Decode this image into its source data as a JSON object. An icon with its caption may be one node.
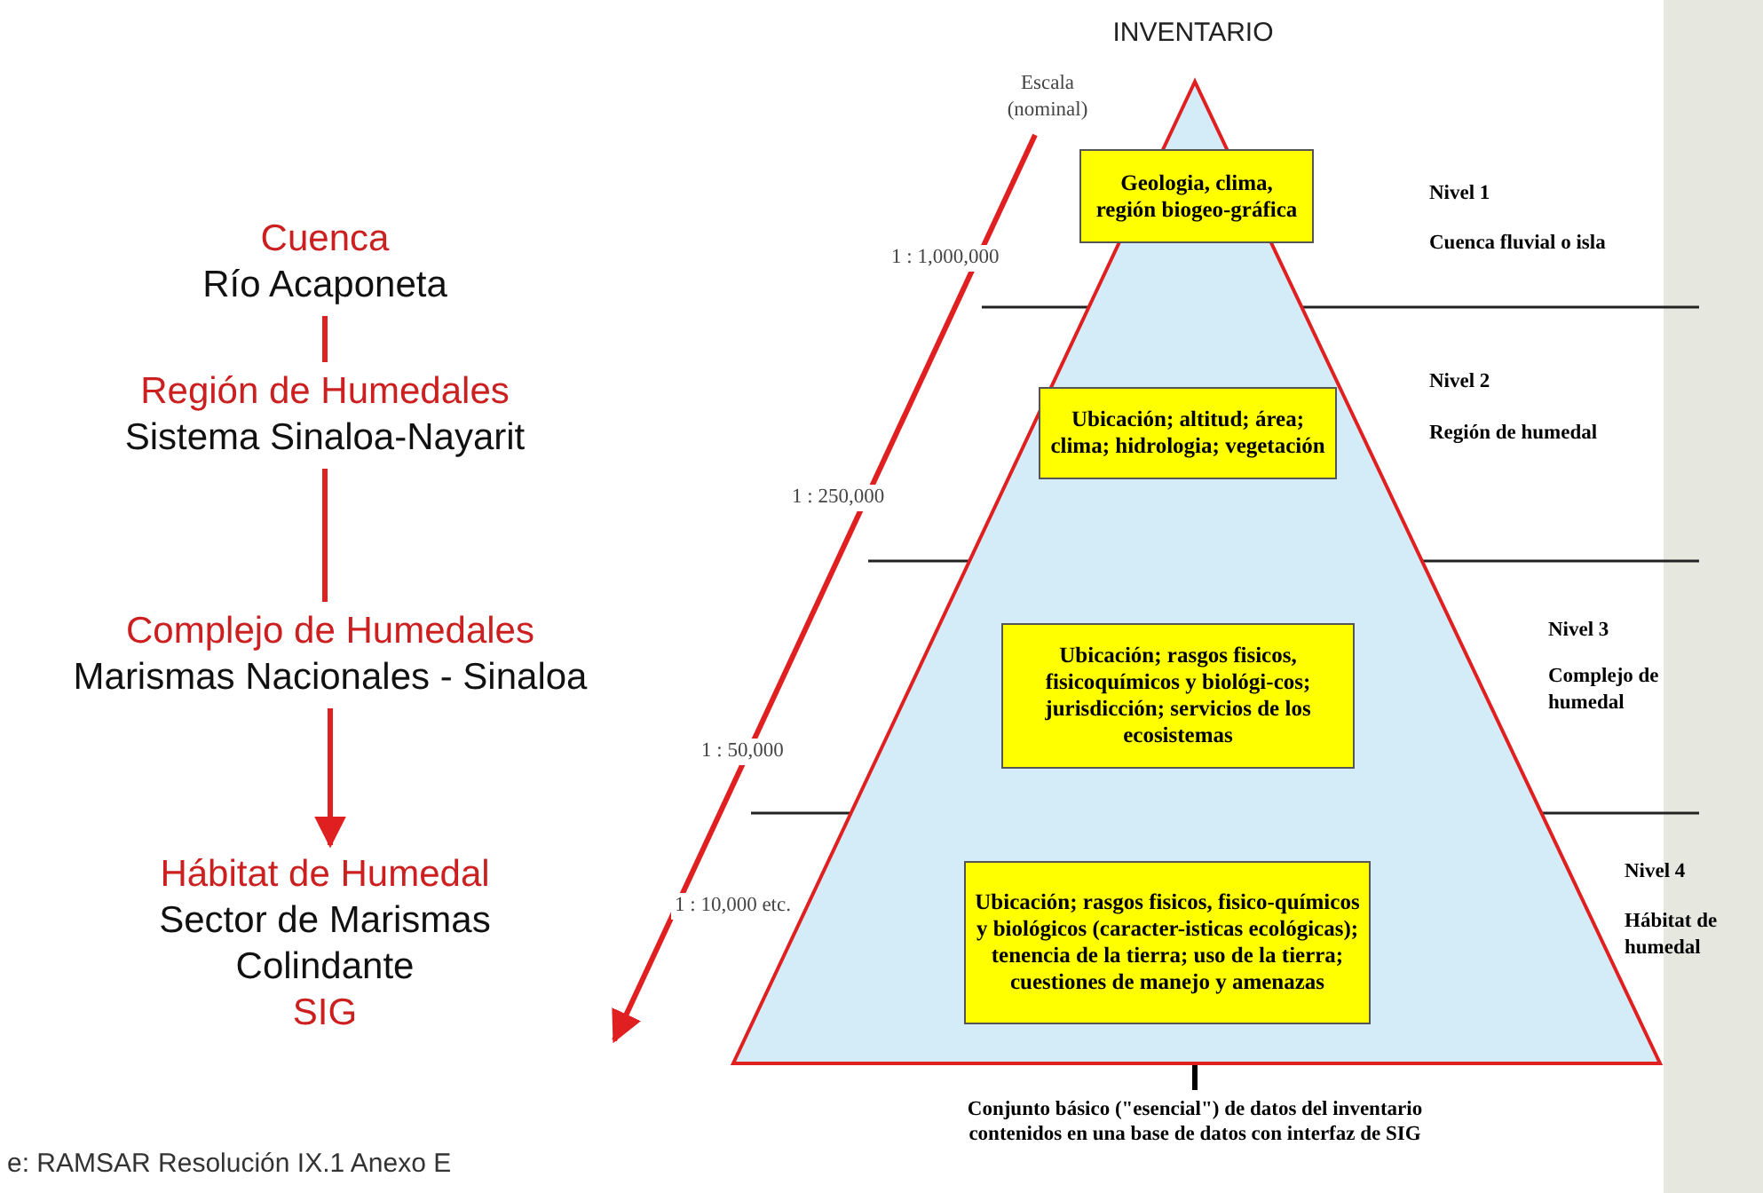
{
  "diagram": {
    "nodes": [
      {
        "text": [
          "Cuenca",
          "Río Acaponeta"
        ]
      },
      {
        "text": [
          "Región de Humedales",
          "Sistema Sinaloa-Nayarit"
        ]
      },
      {
        "text": [
          "Complejo de Humedales",
          "Marismas Nacionales - Sinaloa"
        ]
      },
      {
        "text": [
          "Hábitat de Humedal",
          "Sector de Marismas Colindante",
          "SIG"
        ]
      },
      {
        "text": [
          "INVENTARIO"
        ]
      },
      {
        "text": [
          "Geologia, clima, región biogeo-gráfica"
        ],
        "in": 4
      },
      {
        "text": [
          "Ubicación; altitud; área; clima; hidrologia; vegetación"
        ],
        "in": 4
      },
      {
        "text": [
          "Ubicación; rasgos fisicos, fisicoquímicos y biológi-cos; jurisdicción; servicios de los ecosistemas"
        ],
        "in": 4
      },
      {
        "text": [
          "Ubicación; rasgos fisicos, fisico-químicos y biológicos (caracter-isticas ecológicas); tenencia de la tierra; uso de la tierra; cuestiones de manejo y amenazas"
        ],
        "in": 4
      },
      {
        "text": [
          "Conjunto básico (\"esencial\") de datos del inventario contenidos en una base de datos con interfaz de SIG"
        ]
      }
    ],
    "edges": [
      {
        "from": 0,
        "to": 1,
        "arrow": "none"
      },
      {
        "from": 1,
        "to": 2,
        "arrow": "none"
      },
      {
        "from": 2,
        "to": 3,
        "arrow": "to"
      },
      {
        "from": 9,
        "to": 8,
        "arrow": "to",
        "color": "#000000"
      }
    ],
    "labels": [
      "Escala (nominal)",
      "Nivel 1",
      "Cuenca fluvial o isla",
      "1 : 1,000,000",
      "Nivel 2",
      "Región de humedal",
      "1 : 250,000",
      "Nivel 3",
      "Complejo de humedal",
      "1 : 50,000",
      "Nivel 4",
      "1 : 10,000 etc.",
      "Hábitat de humedal",
      "e: RAMSAR Resolución IX.1 Anexo E"
    ]
  }
}
